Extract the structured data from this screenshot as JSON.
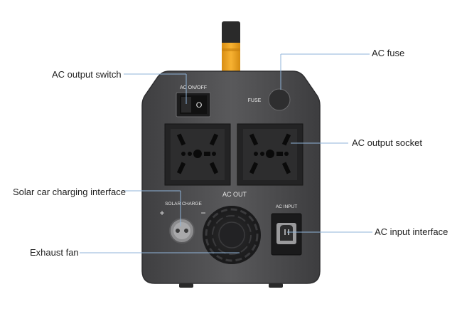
{
  "device": {
    "switch_label": "AC ON/OFF",
    "fuse_label": "FUSE",
    "ac_out_label": "AC OUT",
    "solar_label": "SOLAR CHARGE",
    "plus_sign": "+",
    "minus_sign": "−",
    "ac_input_label": "AC INPUT",
    "switch_off_mark": "O"
  },
  "callouts": {
    "ac_output_switch": "AC output switch",
    "ac_fuse": "AC fuse",
    "ac_output_socket": "AC output socket",
    "solar_car_charging": "Solar car charging interface",
    "ac_input_interface": "AC input interface",
    "exhaust_fan": "Exhaust fan"
  },
  "colors": {
    "body": "#505052",
    "panel": "#3b3b3d",
    "handle": "#f5a91e",
    "leader_line": "#8fb3d8"
  }
}
